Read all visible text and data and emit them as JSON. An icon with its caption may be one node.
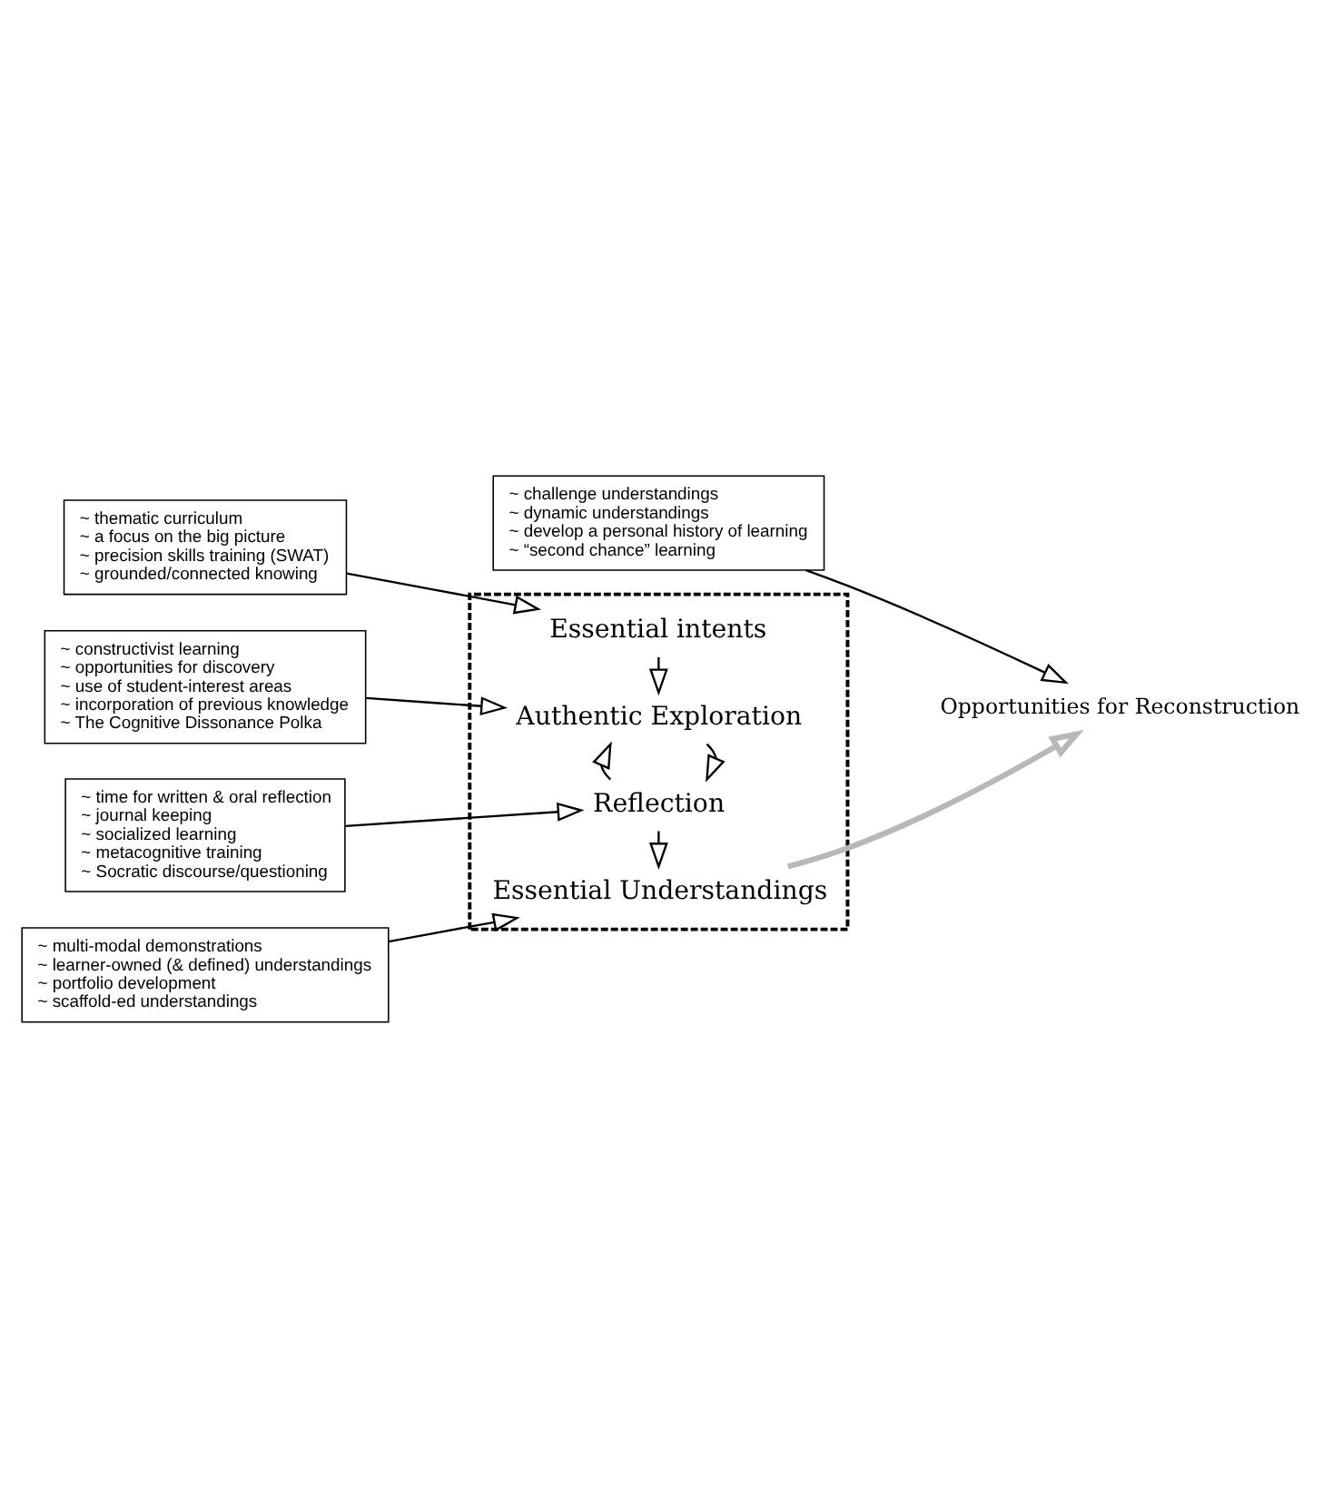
{
  "diagram": {
    "nodes": [
      {
        "text": [],
        "shape": "box"
      },
      {
        "text": [
          "Essential intents"
        ],
        "in": 0
      },
      {
        "text": [
          "Authentic Exploration"
        ],
        "in": 0
      },
      {
        "text": [
          "Reflection"
        ],
        "in": 0
      },
      {
        "text": [
          "Essential Understandings"
        ],
        "in": 0
      },
      {
        "text": [
          "Opportunities for Reconstruction"
        ]
      },
      {
        "text": [
          "~ thematic curriculum",
          "~ a focus on the big picture",
          "~ precision skills training (SWAT)",
          "~ grounded/connected knowing"
        ]
      },
      {
        "text": [
          "~ constructivist learning",
          "~ opportunities for discovery",
          "~ use of student-interest areas",
          "~ incorporation of previous knowledge",
          "~ The Cognitive Dissonance Polka"
        ]
      },
      {
        "text": [
          "~ time for written & oral reflection",
          "~ journal keeping",
          "~ socialized learning",
          "~ metacognitive training",
          "~ Socratic discourse/questioning"
        ]
      },
      {
        "text": [
          "~ multi-modal demonstrations",
          "~ learner-owned (& defined) understandings",
          "~ portfolio development",
          "~ scaffold-ed understandings"
        ]
      },
      {
        "text": [
          "~ challenge understandings",
          "~ dynamic understandings",
          "~ develop a personal history of learning",
          "~ “second chance” learning"
        ]
      }
    ],
    "edges": [
      {
        "from": 6,
        "to": 1,
        "arrow": "to"
      },
      {
        "from": 7,
        "to": 2,
        "arrow": "to"
      },
      {
        "from": 8,
        "to": 3,
        "arrow": "to"
      },
      {
        "from": 9,
        "to": 4,
        "arrow": "to"
      },
      {
        "from": 10,
        "to": 5,
        "arrow": "to"
      },
      {
        "from": 1,
        "to": 2,
        "arrow": "to"
      },
      {
        "from": 2,
        "to": 3,
        "arrow": "to"
      },
      {
        "from": 3,
        "to": 2,
        "arrow": "to"
      },
      {
        "from": 3,
        "to": 4,
        "arrow": "to"
      },
      {
        "from": 4,
        "to": 5,
        "arrow": "to",
        "color": "#b8b8b8",
        "style": "thick"
      }
    ]
  }
}
